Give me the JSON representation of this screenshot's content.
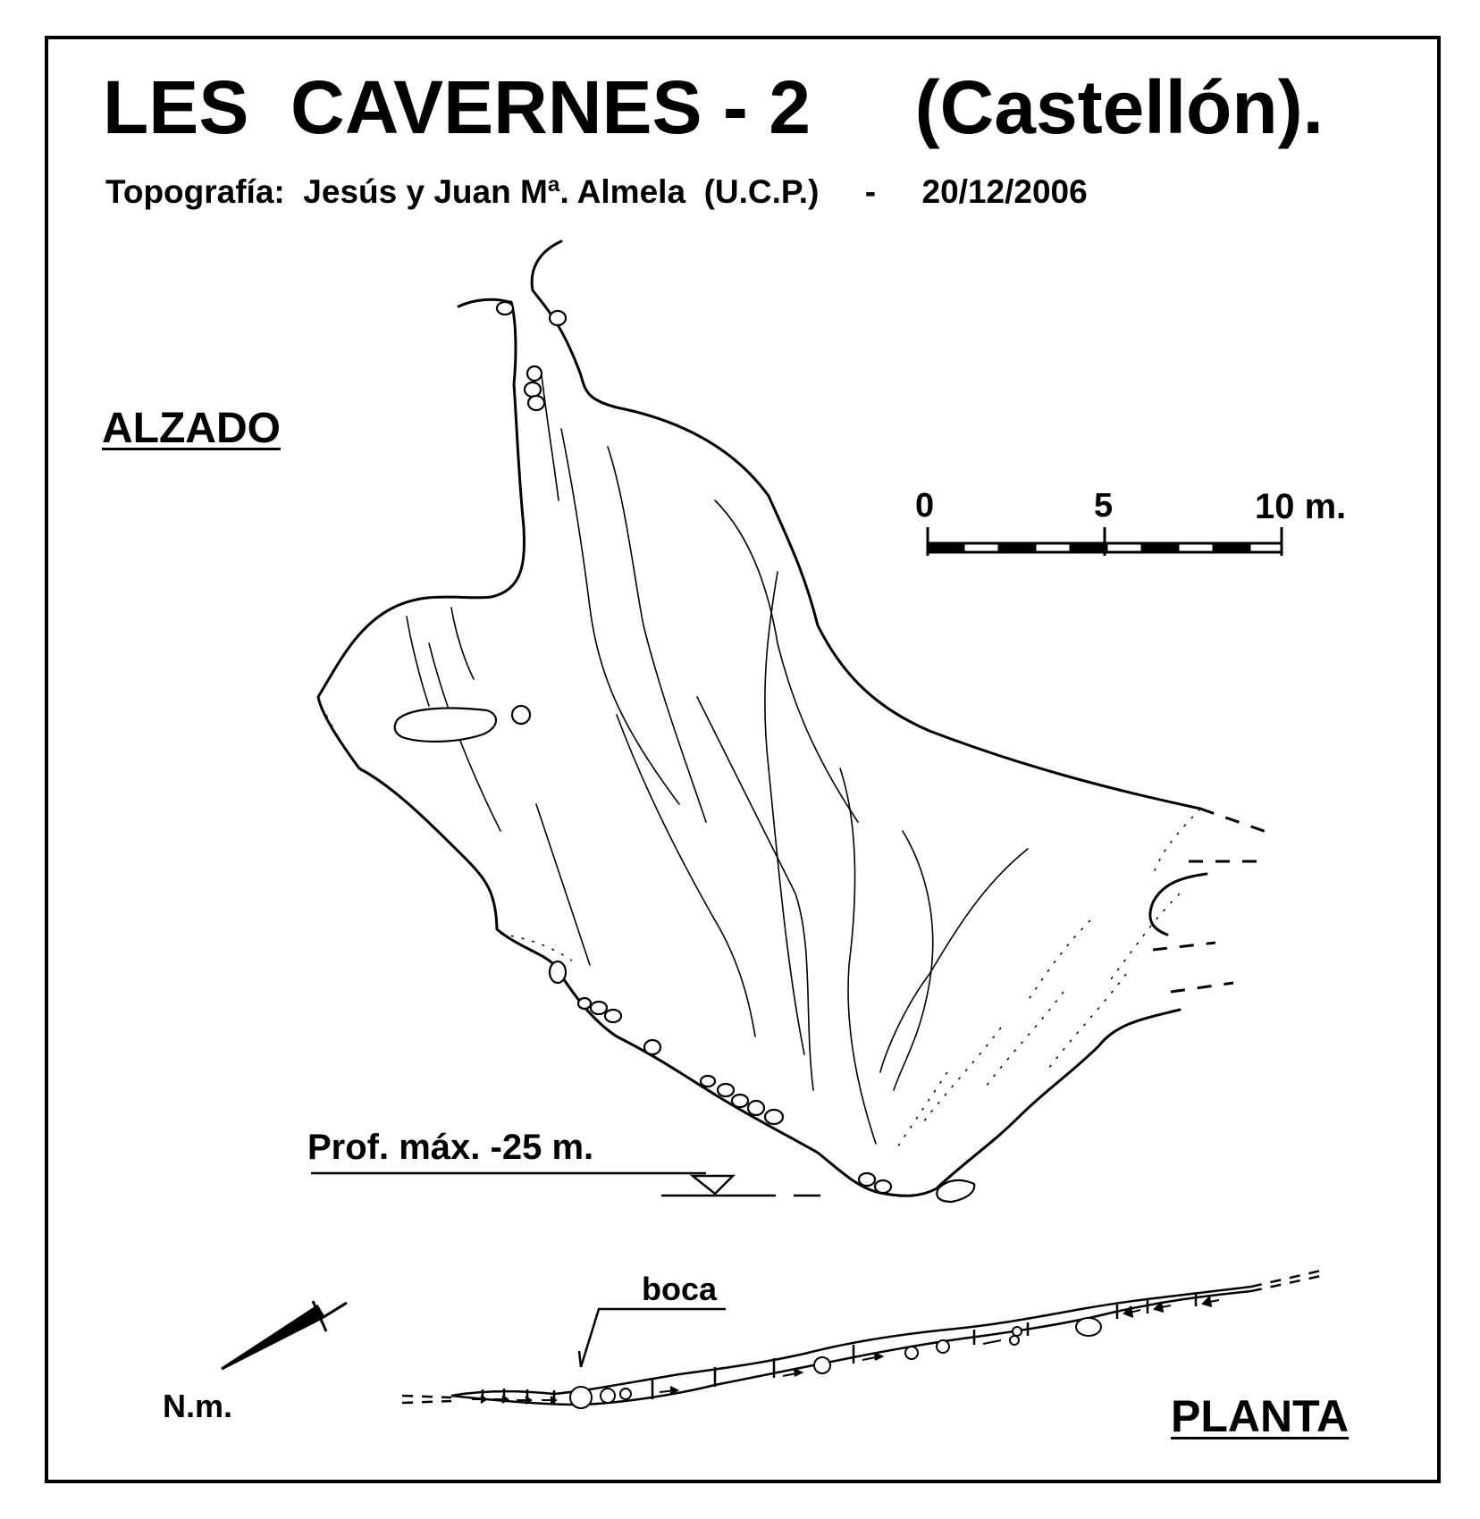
{
  "map": {
    "title": "LES  CAVERNES - 2     (Castellón).",
    "credits": "Topografía:  Jesús y Juan Mª. Almela  (U.C.P.)     -     20/12/2006",
    "section_label": "ALZADO",
    "plan_label": "PLANTA",
    "max_depth_label": "Prof. máx. -25 m.",
    "entrance_label": "boca",
    "north_label": "N.m.",
    "scale": {
      "ticks": [
        "0",
        "5",
        "10 m."
      ],
      "segments": 10,
      "unit": "m"
    }
  },
  "colors": {
    "ink": "#000000",
    "paper": "#ffffff"
  }
}
